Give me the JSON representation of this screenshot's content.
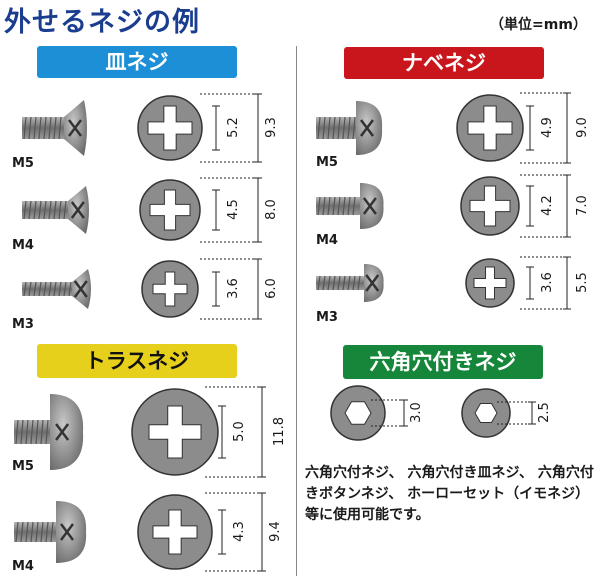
{
  "title": "外せるネジの例",
  "unit": "（単位=mm）",
  "colors": {
    "blue": "#1c8fd6",
    "red": "#c9161c",
    "yellow": "#e6d01c",
    "green": "#16873a",
    "metal": "#8a8a8a"
  },
  "sections": {
    "flat": {
      "label": "皿ネジ",
      "items": [
        {
          "size": "M5",
          "head": "5.2",
          "outer": "9.3"
        },
        {
          "size": "M4",
          "head": "4.5",
          "outer": "8.0"
        },
        {
          "size": "M3",
          "head": "3.6",
          "outer": "6.0"
        }
      ]
    },
    "pan": {
      "label": "ナベネジ",
      "items": [
        {
          "size": "M5",
          "head": "4.9",
          "outer": "9.0"
        },
        {
          "size": "M4",
          "head": "4.2",
          "outer": "7.0"
        },
        {
          "size": "M3",
          "head": "3.6",
          "outer": "5.5"
        }
      ]
    },
    "truss": {
      "label": "トラスネジ",
      "items": [
        {
          "size": "M5",
          "head": "5.0",
          "outer": "11.8"
        },
        {
          "size": "M4",
          "head": "4.3",
          "outer": "9.4"
        }
      ]
    },
    "hex": {
      "label": "六角穴付きネジ",
      "items": [
        {
          "head": "3.0"
        },
        {
          "head": "2.5"
        }
      ]
    }
  },
  "note": "六角穴付ネジ、 六角穴付き皿ネジ、 六角穴付きボタンネジ、 ホーローセット（イモネジ）等に使用可能です。"
}
